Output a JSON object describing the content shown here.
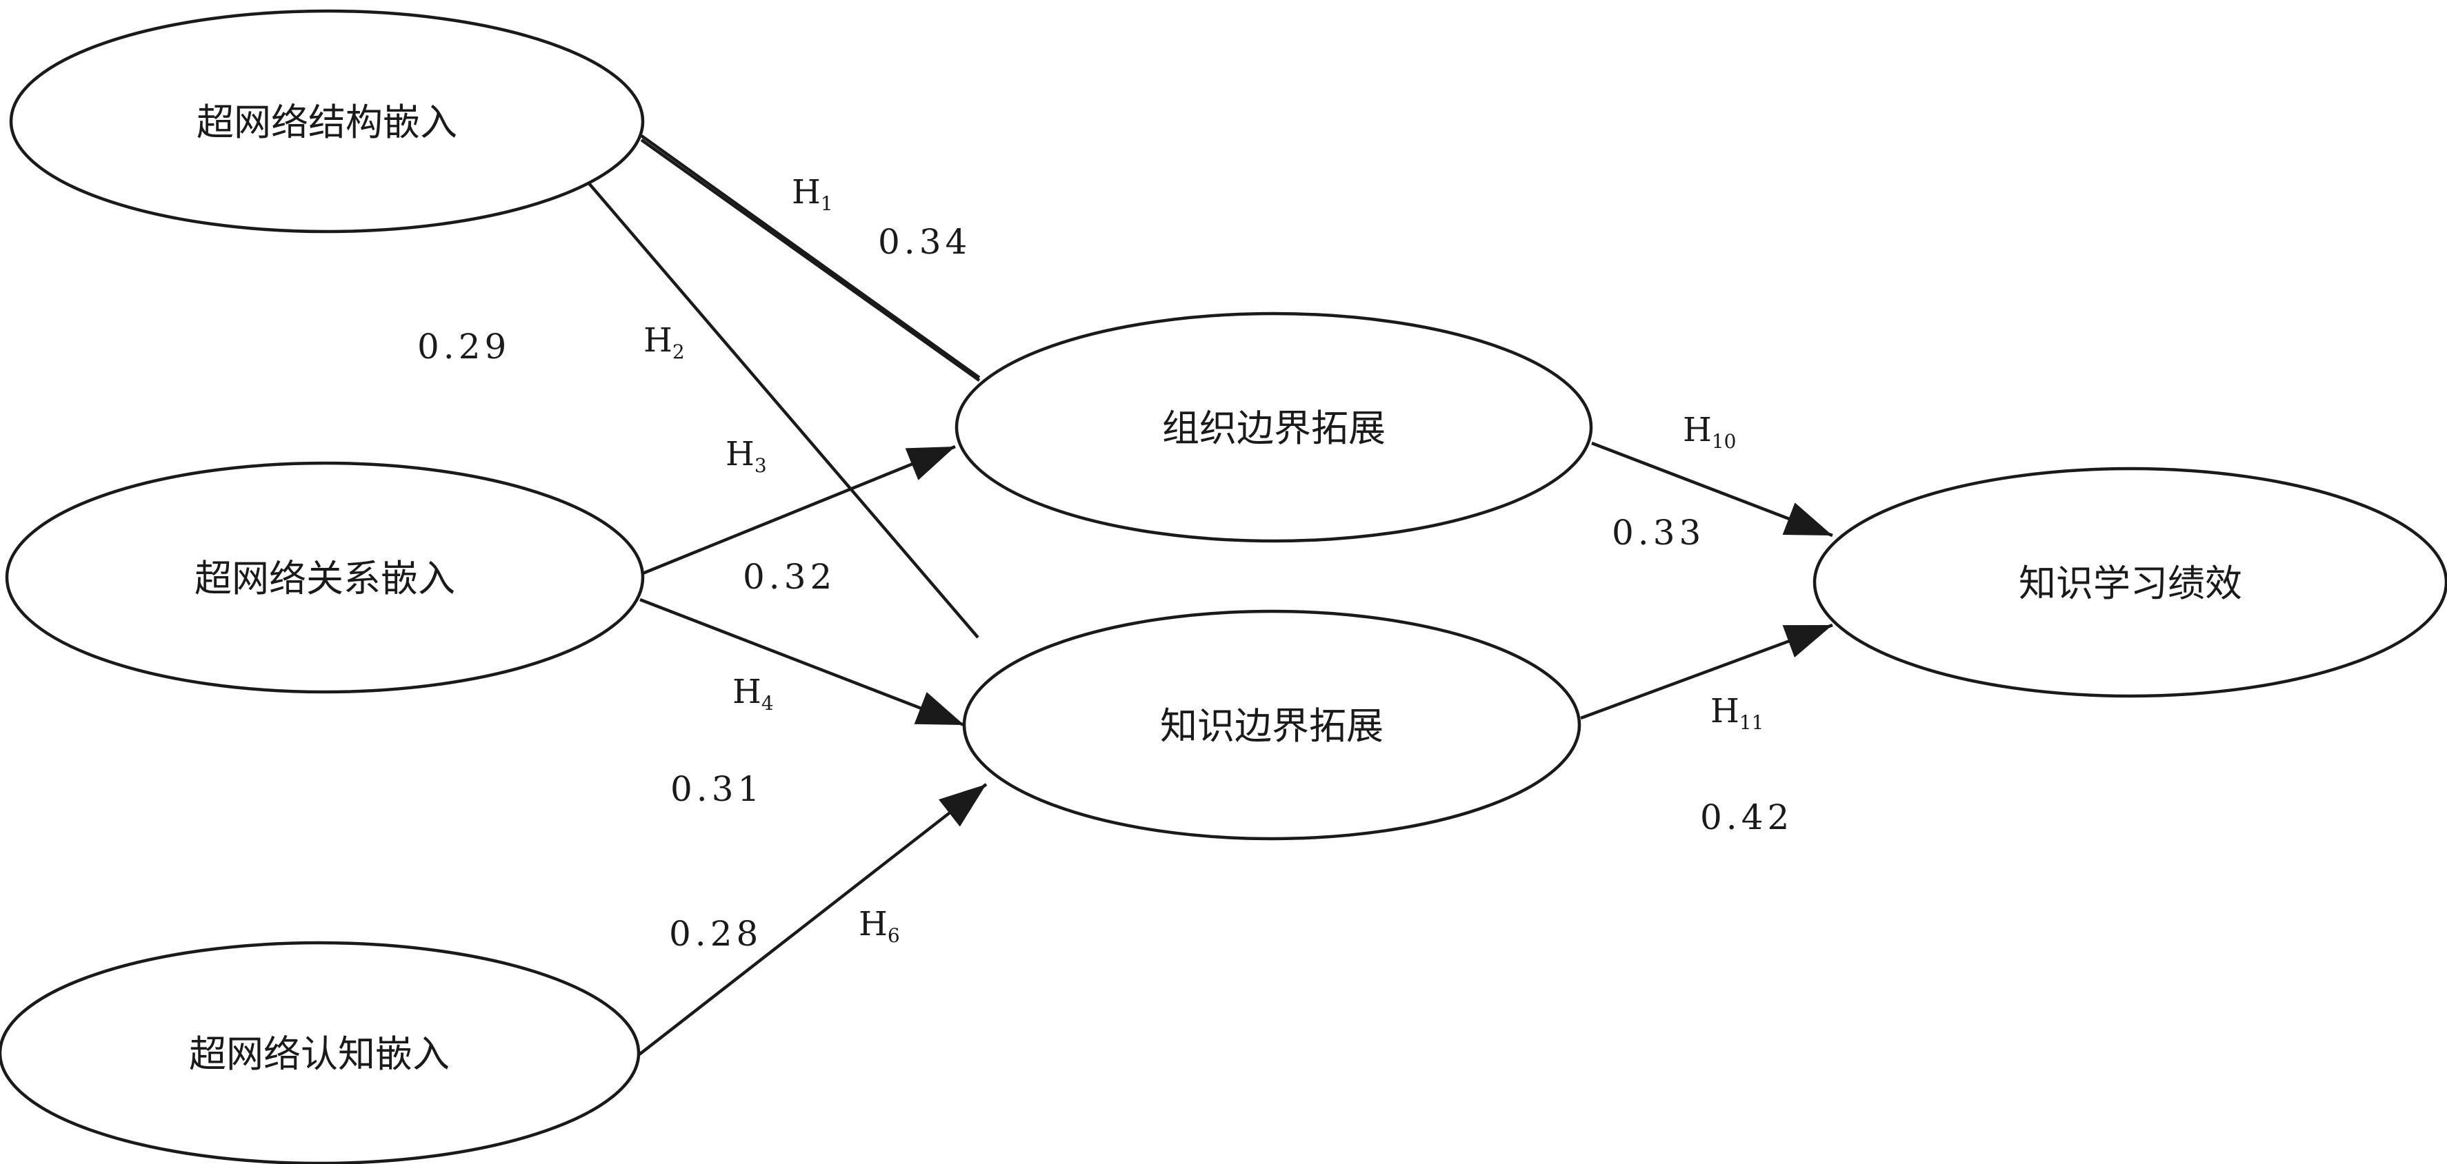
{
  "nodes": {
    "structural": "超网络结构嵌入",
    "relational": "超网络关系嵌入",
    "cognitive": "超网络认知嵌入",
    "org_boundary": "组织边界拓展",
    "knowledge_boundary": "知识边界拓展",
    "performance": "知识学习绩效"
  },
  "paths": {
    "h1": {
      "letter": "H",
      "sub": "1",
      "coef": "0.34"
    },
    "h2": {
      "letter": "H",
      "sub": "2",
      "coef": "0.29"
    },
    "h3": {
      "letter": "H",
      "sub": "3",
      "coef": "0.32"
    },
    "h4": {
      "letter": "H",
      "sub": "4",
      "coef": "0.31"
    },
    "h6": {
      "letter": "H",
      "sub": "6",
      "coef": "0.28"
    },
    "h10": {
      "letter": "H",
      "sub": "10",
      "coef": "0.33"
    },
    "h11": {
      "letter": "H",
      "sub": "11",
      "coef": "0.42"
    }
  }
}
